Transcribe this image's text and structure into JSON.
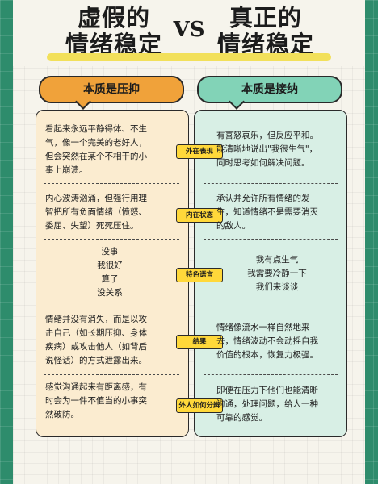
{
  "title": {
    "left_line1": "虚假的",
    "left_line2": "情绪稳定",
    "vs": "VS",
    "right_line1": "真正的",
    "right_line2": "情绪稳定"
  },
  "colors": {
    "left_accent": "#f0a23a",
    "right_accent": "#82d3b7",
    "tag": "#ffd83a",
    "underline": "#f2e05a",
    "background": "#2e8c6c"
  },
  "headers": {
    "left": "本质是压抑",
    "right": "本质是接纳"
  },
  "rows": [
    {
      "tag": "外在表现",
      "left": [
        "看起来永远平静得体、不生",
        "气，像一个完美的老好人，",
        "但会突然在某个不相干的小",
        "事上崩溃。"
      ],
      "right": [
        "有喜怒哀乐，但反应平和。",
        "能清晰地说出\"我很生气\"，",
        "同时思考如何解决问题。"
      ]
    },
    {
      "tag": "内在状态",
      "left": [
        "内心波涛汹涌，但强行用理",
        "智把所有负面情绪（愤怒、",
        "委屈、失望）死死压住。"
      ],
      "right": [
        "承认并允许所有情绪的发",
        "生，知道情绪不是需要消灭",
        "的敌人。"
      ]
    },
    {
      "tag": "特色语言",
      "left": [
        "没事",
        "我很好",
        "算了",
        "没关系"
      ],
      "right": [
        "我有点生气",
        "我需要冷静一下",
        "我们来谈谈"
      ]
    },
    {
      "tag": "结果",
      "left": [
        "情绪并没有消失，而是以攻",
        "击自己（如长期压抑、身体",
        "疾病）或攻击他人（如背后",
        "说怪话）的方式泄露出来。"
      ],
      "right": [
        "情绪像流水一样自然地来",
        "去，情绪波动不会动摇自我",
        "价值的根本，恢复力极强。"
      ]
    },
    {
      "tag": "外人如何分辨",
      "left": [
        "感觉沟通起来有距离感，有",
        "时会为一件不值当的小事突",
        "然破防。"
      ],
      "right": [
        "即便在压力下他们也能清晰",
        "沟通，处理问题，给人一种",
        "可靠的感觉。"
      ]
    }
  ]
}
